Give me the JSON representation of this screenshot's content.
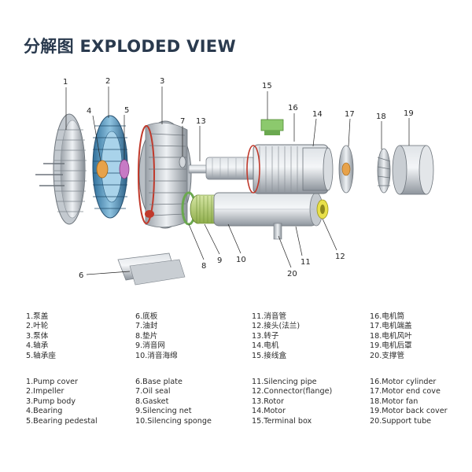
{
  "title": "分解图 EXPLODED VIEW",
  "callouts": [
    "1",
    "2",
    "3",
    "4",
    "5",
    "6",
    "7",
    "8",
    "9",
    "10",
    "11",
    "12",
    "13",
    "14",
    "15",
    "16",
    "17",
    "18",
    "19",
    "20"
  ],
  "parts_cn": [
    [
      "1.泵盖",
      "2.叶轮",
      "3.泵体",
      "4.轴承",
      "5.轴承座"
    ],
    [
      "6.底板",
      "7.油封",
      "8.垫片",
      "9.消音网",
      "10.消音海绵"
    ],
    [
      "11.消音管",
      "12.接头(法兰)",
      "13.转子",
      "14.电机",
      "15.接线盒"
    ],
    [
      "16.电机筒",
      "17.电机端盖",
      "18.电机风叶",
      "19.电机后罩",
      "20.支撑管"
    ]
  ],
  "parts_en": [
    [
      "1.Pump cover",
      "2.Impeller",
      "3.Pump body",
      "4.Bearing",
      "5.Bearing pedestal"
    ],
    [
      "6.Base plate",
      "7.Oil seal",
      "8.Gasket",
      "9.Silencing net",
      "10.Silencing sponge"
    ],
    [
      "11.Silencing pipe",
      "12.Connector(flange)",
      "13.Rotor",
      "14.Motor",
      "15.Terminal box"
    ],
    [
      "16.Motor cylinder",
      "17.Motor end cove",
      "18.Motor fan",
      "19.Motor back cover",
      "20.Support tube"
    ]
  ]
}
